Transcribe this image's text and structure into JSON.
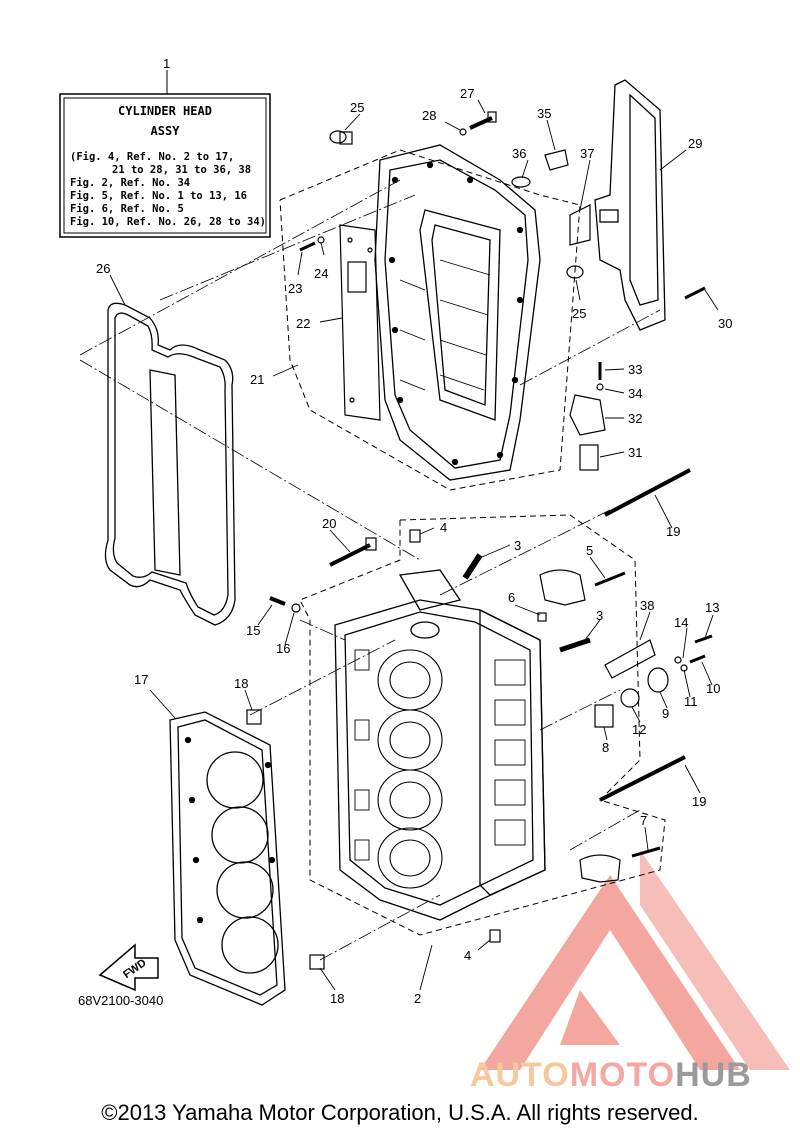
{
  "diagram_code": "68V2100-3040",
  "copyright": "©2013 Yamaha Motor Corporation, U.S.A. All rights reserved.",
  "fwd_label": "FWD",
  "info_box": {
    "ref": "1",
    "title_line1": "CYLINDER HEAD",
    "title_line2": "ASSY",
    "lines": [
      "(Fig. 4, Ref. No. 2 to 17,",
      "21 to 28, 31 to 36, 38",
      "Fig. 2, Ref. No. 34",
      "Fig. 5, Ref. No. 1 to 13, 16",
      "Fig. 6, Ref. No. 5",
      "Fig. 10, Ref. No. 26, 28 to 34)"
    ]
  },
  "watermark": {
    "part1": "AUTO",
    "part2": "MOTO",
    "part3": "HUB",
    "colors": {
      "auto": "#f6c89b",
      "moto": "#f4a8a2",
      "hub": "#9a9a9a",
      "logo": "#f08a80"
    }
  },
  "callouts": [
    "25",
    "27",
    "28",
    "35",
    "36",
    "37",
    "29",
    "26",
    "23",
    "24",
    "22",
    "21",
    "25",
    "30",
    "33",
    "34",
    "32",
    "31",
    "20",
    "4",
    "3",
    "5",
    "19",
    "15",
    "16",
    "6",
    "38",
    "14",
    "13",
    "18",
    "3",
    "11",
    "10",
    "17",
    "9",
    "12",
    "8",
    "19",
    "7",
    "4",
    "2",
    "18"
  ]
}
